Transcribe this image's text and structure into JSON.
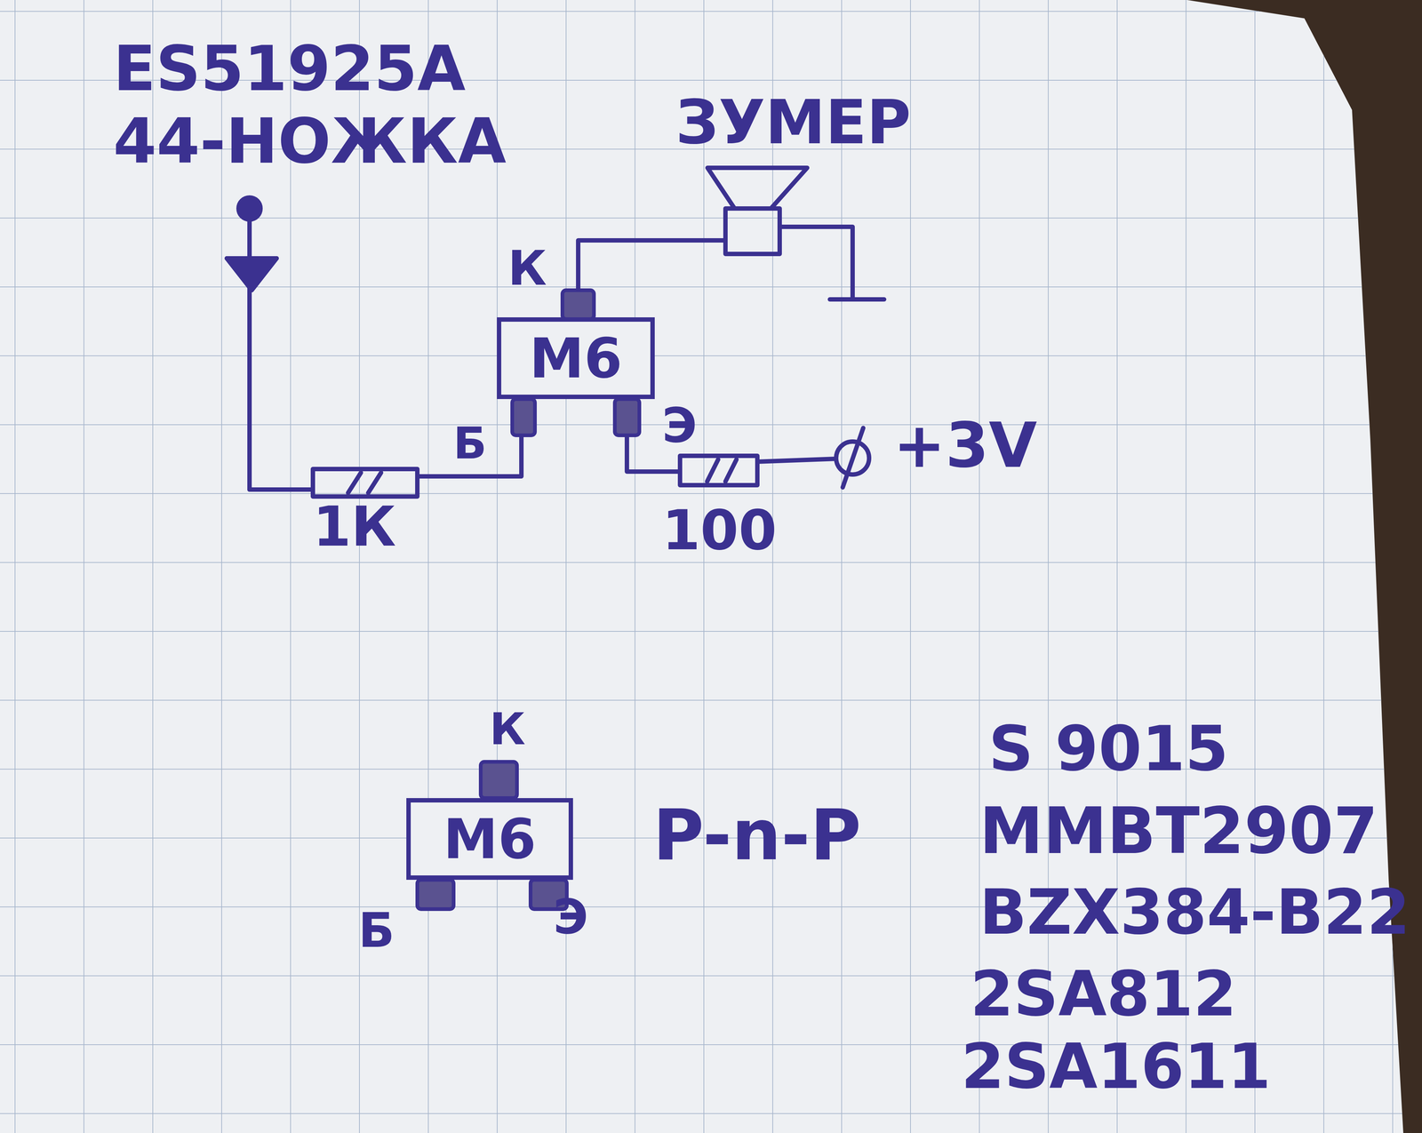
{
  "diagram": {
    "nodes": [
      {
        "text": [
          "M6"
        ]
      },
      {
        "text": [
          "M6"
        ]
      }
    ],
    "labels": [
      "ES51925A",
      "44-НОЖКА",
      "ЗУМЕР",
      "К",
      "Б",
      "Э",
      "1К",
      "100",
      "+3V",
      "К",
      "Б",
      "Э",
      "P-n-P",
      "S 9015",
      "MMBT2907",
      "BZX384-B22",
      "2SA812",
      "2SA1611"
    ]
  }
}
